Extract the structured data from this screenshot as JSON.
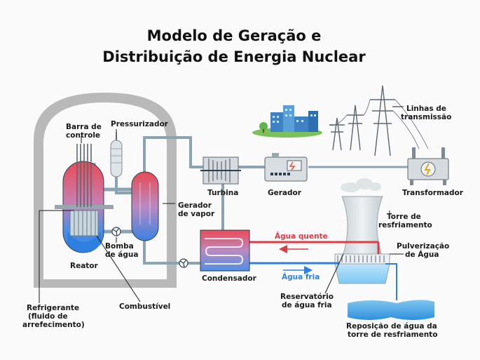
{
  "title": {
    "line1": "Modelo de Geração e",
    "line2": "Distribuição de Energia Nuclear"
  },
  "labels": {
    "barra_controle_1": "Barra de",
    "barra_controle_2": "controle",
    "pressurizador": "Pressurizador",
    "reator": "Reator",
    "bomba_1": "Bomba",
    "bomba_2": "de água",
    "gerador_vapor_1": "Gerador",
    "gerador_vapor_2": "de vapor",
    "turbina": "Turbina",
    "gerador": "Gerador",
    "transformador": "Transformador",
    "linhas_1": "Linhas de",
    "linhas_2": "transmissão",
    "torre_1": "Torre de",
    "torre_2": "resfriamento",
    "agua_quente": "Água quente",
    "agua_fria": "Água fria",
    "pulverizacao_1": "Pulverização",
    "pulverizacao_2": "de Água",
    "condensador": "Condensador",
    "reservatorio_1": "Reservatório",
    "reservatorio_2": "de água fria",
    "reposicao_1": "Reposição de água da",
    "reposicao_2": "torre de resfriamento",
    "refrigerante_1": "Refrigerante",
    "refrigerante_2": "(fluido de",
    "refrigerante_3": "arrefecimento)",
    "combustivel": "Combustível"
  },
  "colors": {
    "hot": "#e03a44",
    "cold": "#2f7fe0",
    "containment": "#b9b9b9",
    "pipe": "#8aa4b4"
  }
}
